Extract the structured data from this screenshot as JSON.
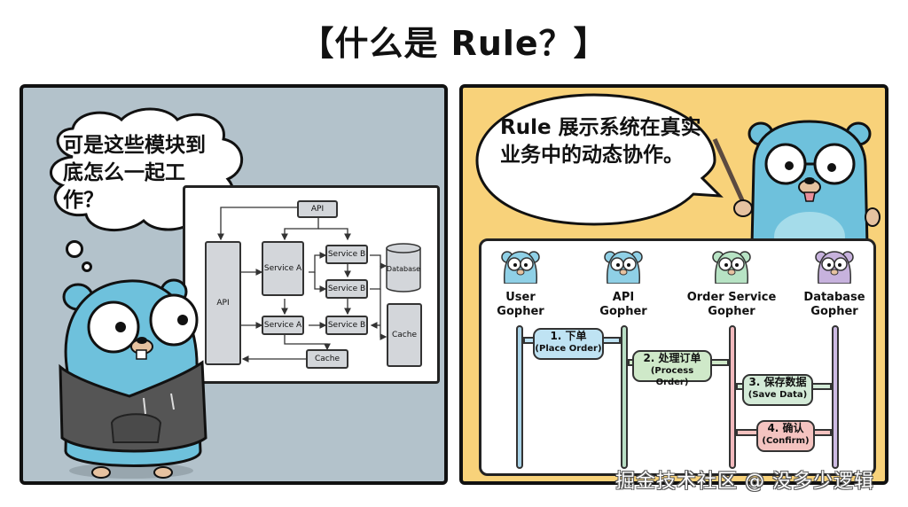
{
  "title": "【什么是 Rule？】",
  "left_panel": {
    "thought": "可是这些模块到底怎么一起工作？",
    "diagram": {
      "top_api": "API",
      "left_api": "API",
      "service_a_1": "Service A",
      "service_a_2": "Service A",
      "service_b_1": "Service B",
      "service_b_2": "Service B",
      "service_b_3": "Service B",
      "database": "Database",
      "cache_right": "Cache",
      "cache_bottom": "Cache"
    },
    "character": "gopher-in-hoodie"
  },
  "right_panel": {
    "speech": "Rule 展示系统在真实业务中的动态协作。",
    "character": "gopher-with-glasses-and-pointer",
    "actors": [
      {
        "name_line1": "User",
        "name_line2": "Gopher",
        "color": "#8fd0e6"
      },
      {
        "name_line1": "API",
        "name_line2": "Gopher",
        "color": "#8fd0e6"
      },
      {
        "name_line1": "Order Service",
        "name_line2": "Gopher",
        "color": "#b7e3c4"
      },
      {
        "name_line1": "Database",
        "name_line2": "Gopher",
        "color": "#c7b2dd"
      }
    ],
    "messages": [
      {
        "zh": "1. 下单",
        "en": "(Place Order)",
        "color": "#bfe3f3"
      },
      {
        "zh": "2. 处理订单",
        "en": "(Process Order)",
        "color": "#cfe9c9"
      },
      {
        "zh": "3. 保存数据",
        "en": "(Save Data)",
        "color": "#d3ead7"
      },
      {
        "zh": "4. 确认",
        "en": "(Confirm)",
        "color": "#f4c3c0"
      }
    ],
    "lifeline_colors": [
      "#a9d3e8",
      "#b9dfc5",
      "#f2b9bd",
      "#cdbbe3"
    ]
  },
  "colors": {
    "left_bg": "#b3c2cb",
    "right_bg": "#f8d27a",
    "gopher_blue": "#6ec1dc"
  },
  "watermark": "掘金技术社区 @ 没多少逻辑"
}
